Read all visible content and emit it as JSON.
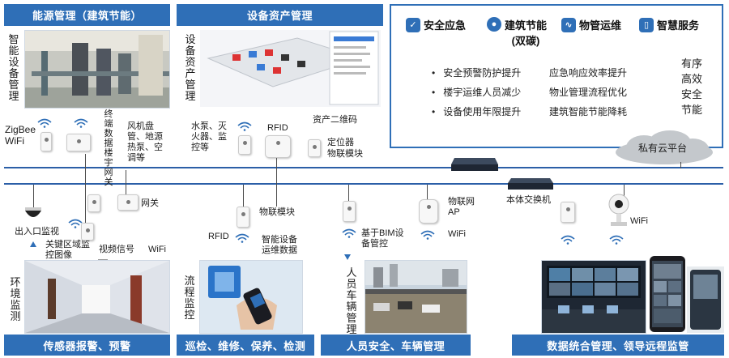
{
  "headers": {
    "energy": "能源管理（建筑节能）",
    "asset": "设备资产管理",
    "sensor": "传感器报警、预警",
    "patrol": "巡检、维修、保养、检测",
    "safety": "人员安全、车辆管理",
    "data": "数据统合管理、领导远程监管"
  },
  "info": {
    "categories": [
      {
        "label": "安全应急",
        "icon": "shield-check-icon",
        "glyph": "✓"
      },
      {
        "label": "建筑节能",
        "sub": "(双碳)",
        "icon": "lightbulb-icon",
        "glyph": "●"
      },
      {
        "label": "物管运维",
        "icon": "activity-icon",
        "glyph": "∿"
      },
      {
        "label": "智慧服务",
        "icon": "phone-icon",
        "glyph": "▯"
      }
    ],
    "bullets": [
      {
        "left": "安全预警防护提升",
        "right": "应急响应效率提升"
      },
      {
        "left": "楼宇运维人员减少",
        "right": "物业管理流程优化"
      },
      {
        "left": "设备使用年限提升",
        "right": "建筑智能节能降耗"
      }
    ],
    "side": [
      "有序",
      "高效",
      "安全",
      "节能"
    ]
  },
  "labels": {
    "smart_device_mgmt": "智能设备管理",
    "zigbee": "ZigBee",
    "wifi": "WiFi",
    "terminal_data": "终端数据楼宇网关",
    "hvac": "风机盘管、地源热泵、空调等",
    "gateway": "网关",
    "asset_mgmt_v": "设备资产管理",
    "pumps": "水泵、灭火器、监控等",
    "rfid": "RFID",
    "asset_qr": "资产二维码",
    "locator": "定位器",
    "iot_module": "物联模块",
    "cloud": "私有云平台",
    "switch": "本体交换机",
    "iot_ap": "物联网AP",
    "wifi_right": "WiFi",
    "iot_module2": "物联模块",
    "bim": "基于BIM设备管控",
    "wifi_mid": "WiFi",
    "entrance": "出入口监视",
    "key_area": "关键区域监控图像",
    "video_signal": "视频信号",
    "video_wifi": "WiFi",
    "env_monitor": "环境监测",
    "rfid2": "RFID",
    "smart_ops": "智能设备运维数据",
    "process_monitor": "流程监控",
    "people_vehicle": "人员车辆管理"
  },
  "colors": {
    "brand_blue": "#2f6fb7",
    "line_blue": "#2b5fa7"
  }
}
